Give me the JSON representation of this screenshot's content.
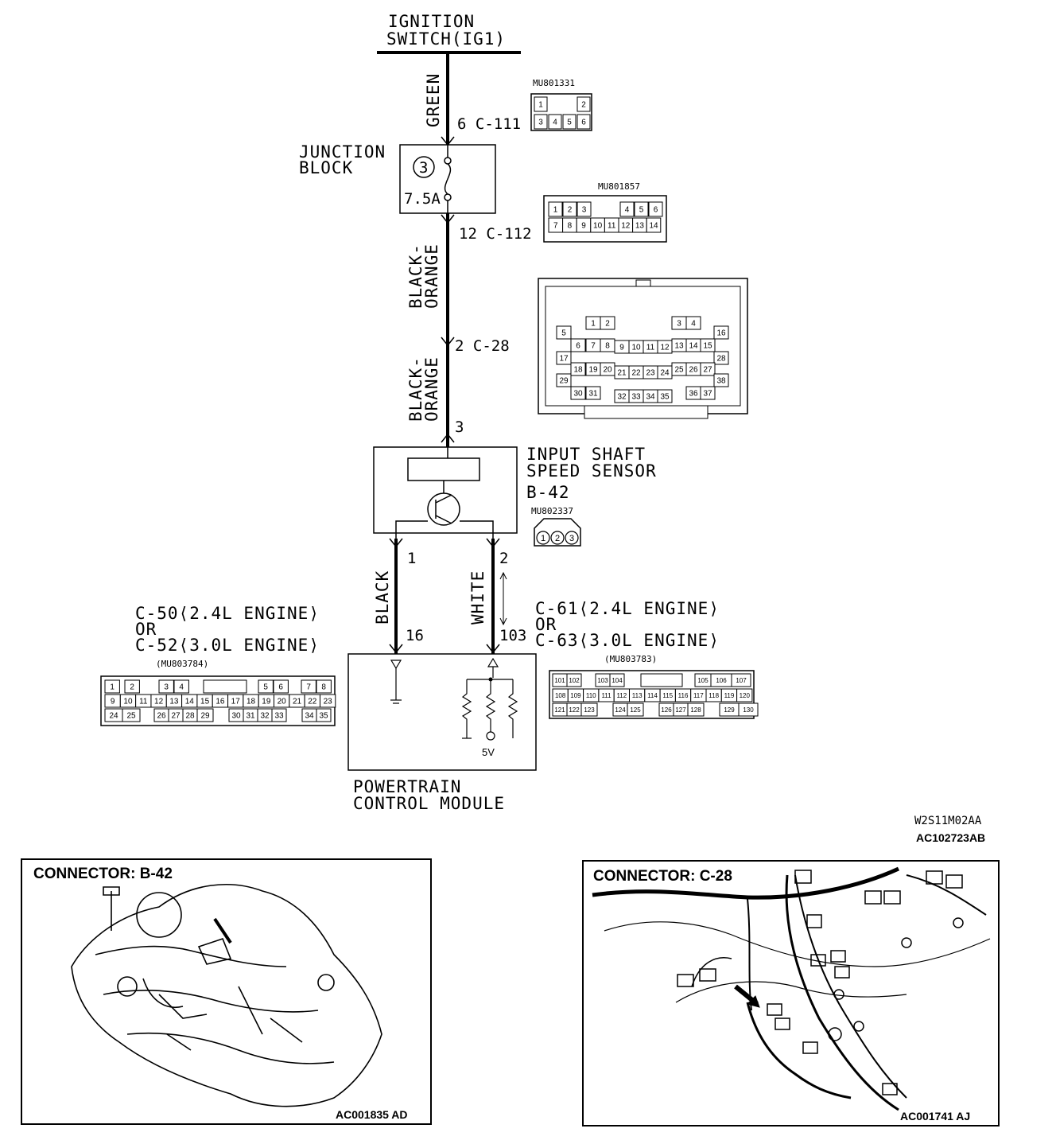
{
  "ignition": {
    "line1": "IGNITION",
    "line2": "SWITCH(IG1)"
  },
  "wires": {
    "green": "GREEN",
    "black_orange_1": [
      "BLACK-",
      "ORANGE"
    ],
    "black_orange_2": [
      "BLACK-",
      "ORANGE"
    ],
    "black": "BLACK",
    "white": "WHITE"
  },
  "junction_block": {
    "line1": "JUNCTION",
    "line2": "BLOCK",
    "fuse_number": "3",
    "fuse_rating": "7.5A"
  },
  "connector_pins": {
    "c111": "6 C-111",
    "c112": "12 C-112",
    "c28": "2 C-28",
    "sensor_pin3": "3",
    "sensor_pin1": "1",
    "sensor_pin2": "2",
    "pcm_pin16": "16",
    "pcm_pin103": "103"
  },
  "connector_codes": {
    "c111_code": "MU801331",
    "c112_code": "MU801857",
    "b42_code": "MU802337",
    "left_pcm_code": "(MU803784)",
    "right_pcm_code": "(MU803783)"
  },
  "connector_c111_cells": [
    "1",
    "2",
    "3",
    "4",
    "5",
    "6"
  ],
  "connector_c112_cells": [
    "1",
    "2",
    "3",
    "4",
    "5",
    "6",
    "7",
    "8",
    "9",
    "10",
    "11",
    "12",
    "13",
    "14"
  ],
  "connector_c28_cells": [
    "1",
    "2",
    "3",
    "4",
    "5",
    "16",
    "6",
    "7",
    "8",
    "9",
    "10",
    "11",
    "12",
    "13",
    "14",
    "15",
    "17",
    "28",
    "18",
    "19",
    "20",
    "21",
    "22",
    "23",
    "24",
    "25",
    "26",
    "27",
    "29",
    "38",
    "30",
    "31",
    "32",
    "33",
    "34",
    "35",
    "36",
    "37"
  ],
  "connector_b42_cells": [
    "1",
    "2",
    "3"
  ],
  "sensor": {
    "line1": "INPUT SHAFT",
    "line2": "SPEED SENSOR",
    "line3": "B-42"
  },
  "left_pcm_label": {
    "line1": "C-50⟨2.4L ENGINE⟩",
    "line2": "OR",
    "line3": "C-52⟨3.0L ENGINE⟩"
  },
  "right_pcm_label": {
    "line1": "C-61⟨2.4L ENGINE⟩",
    "line2": "OR",
    "line3": "C-63⟨3.0L ENGINE⟩"
  },
  "left_pcm_cells": {
    "row1": [
      "1",
      "2",
      "",
      "3",
      "4",
      "",
      "",
      "",
      "",
      "5",
      "6",
      "",
      "7",
      "8"
    ],
    "row2": [
      "9",
      "10",
      "11",
      "12",
      "13",
      "14",
      "15",
      "16",
      "17",
      "18",
      "19",
      "20",
      "21",
      "22",
      "23"
    ],
    "row3": [
      "24",
      "25",
      "",
      "26",
      "27",
      "28",
      "29",
      "",
      "30",
      "31",
      "32",
      "33",
      "",
      "34",
      "35"
    ]
  },
  "right_pcm_cells": {
    "row1": [
      "101",
      "102",
      "",
      "103",
      "104",
      "",
      "",
      "",
      "",
      "",
      "105",
      "106",
      "107"
    ],
    "row2": [
      "108",
      "109",
      "110",
      "111",
      "112",
      "113",
      "114",
      "115",
      "116",
      "117",
      "118",
      "119",
      "120"
    ],
    "row3": [
      "121",
      "122",
      "123",
      "",
      "124",
      "125",
      "",
      "126",
      "127",
      "128",
      "",
      "129",
      "130"
    ]
  },
  "pcm": {
    "line1": "POWERTRAIN",
    "line2": "CONTROL MODULE",
    "voltage": "5V"
  },
  "codes": {
    "diagram_code": "W2S11M02AA",
    "figure_code": "AC102723AB"
  },
  "panel_b42": {
    "title": "CONNECTOR: B-42",
    "code": "AC001835 AD"
  },
  "panel_c28": {
    "title": "CONNECTOR: C-28",
    "code": "AC001741 AJ"
  }
}
